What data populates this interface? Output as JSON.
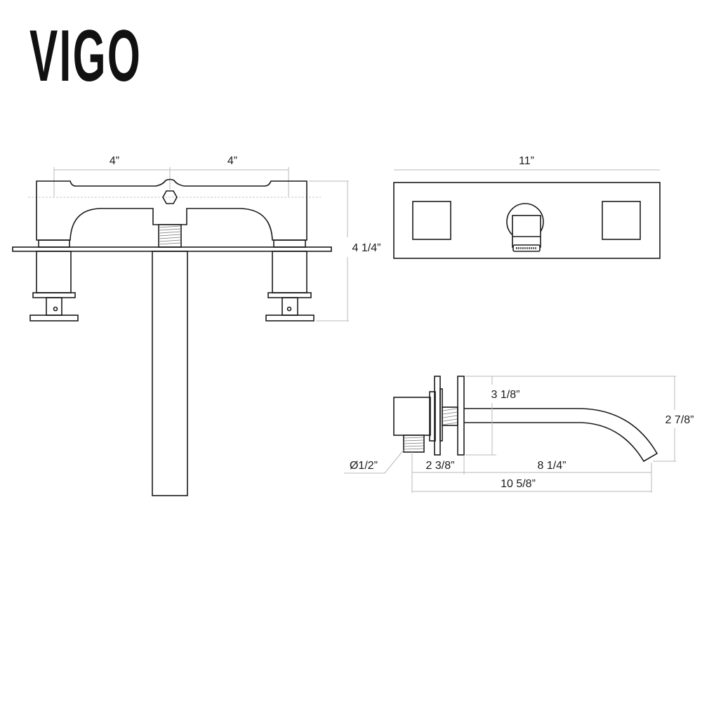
{
  "brand": {
    "name": "VIGO"
  },
  "views": {
    "front_deck": {
      "dim_left": "4”",
      "dim_right": "4”",
      "dim_height": "4 1/4”"
    },
    "wall_plate": {
      "dim_width": "11”"
    },
    "side_spout": {
      "dim_plate_height": "3 1/8”",
      "dim_spout_drop": "2 7/8”",
      "dim_inlet_diameter": "Ø1/2”",
      "dim_body_depth": "2 3/8”",
      "dim_spout_reach": "8 1/4”",
      "dim_total_length": "10 5/8”"
    }
  }
}
